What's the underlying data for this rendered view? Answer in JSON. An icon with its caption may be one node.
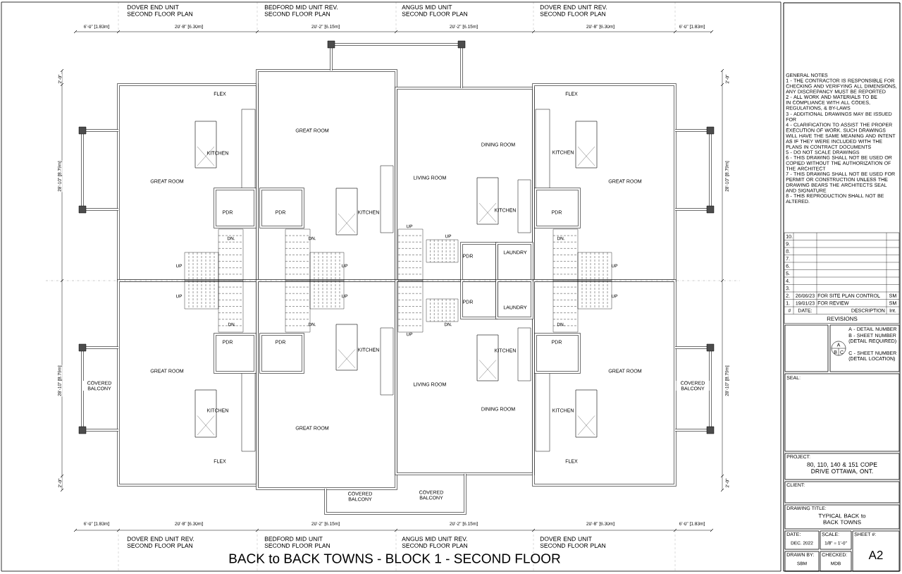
{
  "diagram": {
    "title": "BACK to BACK TOWNS - BLOCK 1 - SECOND FLOOR",
    "labels": [
      "DOVER END UNIT SECOND FLOOR PLAN",
      "BEDFORD MID UNIT REV. SECOND FLOOR PLAN",
      "ANGUS MID UNIT SECOND FLOOR PLAN",
      "DOVER END UNIT REV. SECOND FLOOR PLAN",
      "6'-0\" [1.83m]",
      "20'-8\" [6.30m]",
      "20'-2\" [6.15m]",
      "20'-2\" [6.15m]",
      "20'-8\" [6.30m]",
      "6'-0\" [1.83m]",
      "2'-0\"",
      "28'-10\" [8.79m]",
      "28'-10\" [8.79m]",
      "2'-0\"",
      "2'-0\"",
      "28'-10\" [8.79m]",
      "28'-10\" [8.79m]",
      "2'-0\"",
      "FLEX",
      "FLEX",
      "GREAT ROOM",
      "DINING ROOM",
      "KITCHEN",
      "KITCHEN",
      "GREAT ROOM",
      "LIVING ROOM",
      "GREAT ROOM",
      "PDR",
      "PDR",
      "KITCHEN",
      "KITCHEN",
      "PDR",
      "UP",
      "UP",
      "DN.",
      "DN.",
      "DN.",
      "LAUNDRY",
      "PDR",
      "UP",
      "UP",
      "UP",
      "UP",
      "UP",
      "UP",
      "DN.",
      "DN.",
      "DN.",
      "DN.",
      "LAUNDRY",
      "PDR",
      "UP",
      "PDR",
      "PDR",
      "PDR",
      "KITCHEN",
      "KITCHEN",
      "GREAT ROOM",
      "GREAT ROOM",
      "LIVING ROOM",
      "COVERED BALCONY",
      "COVERED BALCONY",
      "KITCHEN",
      "DINING ROOM",
      "KITCHEN",
      "GREAT ROOM",
      "FLEX",
      "FLEX",
      "COVERED BALCONY",
      "COVERED BALCONY",
      "6'-0\" [1.83m]",
      "20'-8\" [6.30m]",
      "20'-2\" [6.15m]",
      "20'-2\" [6.15m]",
      "20'-8\" [6.30m]",
      "6'-0\" [1.83m]",
      "DOVER END UNIT REV. SECOND FLOOR PLAN",
      "BEDFORD MID UNIT SECOND FLOOR PLAN",
      "ANGUS MID UNIT REV. SECOND FLOOR PLAN",
      "DOVER END UNIT SECOND FLOOR PLAN",
      "GENERAL NOTES",
      "1 - THE CONTRACTOR IS RESPONSIBLE FOR CHECKING AND VERIFYING ALL DIMENSIONS, ANY DISCREPANCY MUST BE REPORTED",
      "2 - ALL WORK AND MATERIALS TO BE IN COMPLIANCE WITH ALL CODES, REGULATIONS, & BY-LAWS",
      "3 - ADDITIONAL DRAWINGS MAY BE ISSUED FOR",
      "4 - CLARIFICATION TO ASSIST THE PROPER EXECUTION OF WORK. SUCH DRAWINGS WILL HAVE THE SAME MEANING AND INTENT AS IF THEY WERE INCLUDED WITH THE PLANS IN CONTRACT DOCUMENTS",
      "5 - DO NOT SCALE DRAWINGS",
      "6 - THIS DRAWING SHALL NOT BE USED OR COPIED WITHOUT THE AUTHORIZATION OF THE ARCHITECT",
      "7 - THIS DRAWING SHALL NOT BE USED FOR PERMIT OR CONSTRUCTION UNLESS THE DRAWING BEARS THE ARCHITECTS SEAL AND SIGNATURE",
      "8 - THIS REPRODUCTION SHALL NOT BE ALTERED.",
      "10.",
      "9.",
      "8.",
      "7.",
      "6.",
      "5.",
      "4.",
      "3.",
      "2.",
      "26/06/23",
      "FOR SITE PLAN CONTROL",
      "SM",
      "1.",
      "19/01/23",
      "FOR REVIEW",
      "SM",
      "#",
      "DATE:",
      "DESCRIPTION",
      "Int.",
      "REVISIONS",
      "A",
      "B",
      "C",
      "A - DETAIL NUMBER",
      "B - SHEET NUMBER (DETAIL REQUIRED)",
      "C - SHEET NUMBER (DETAIL LOCATION)",
      "SEAL:",
      "PROJECT:",
      "80, 110, 140 & 151 COPE DRIVE OTTAWA, ONT.",
      "CLIENT:",
      "DRAWING TITLE:",
      "TYPICAL BACK to BACK TOWNS",
      "DATE:",
      "DEC. 2022",
      "SCALE:",
      "1/8\" = 1'-0\"",
      "SHEET #:",
      "A2",
      "DRAWN BY:",
      "SBM",
      "CHECKED:",
      "MDB"
    ]
  }
}
